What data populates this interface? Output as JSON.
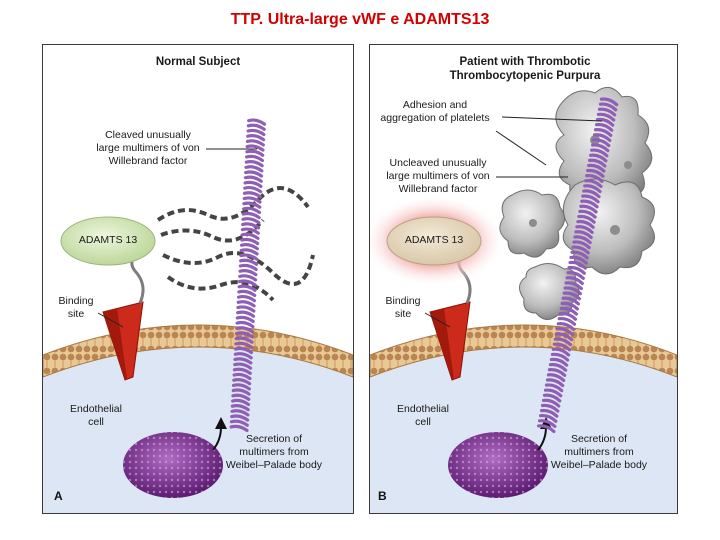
{
  "slide_title": "TTP. Ultra-large vWF e ADAMTS13",
  "panel_a": {
    "header": "Normal Subject",
    "cleaved_label": "Cleaved unusually\nlarge multimers of von\nWillebrand factor",
    "enzyme_label": "ADAMTS 13",
    "binding_label": "Binding\nsite",
    "cell_label": "Endothelial\ncell",
    "secretion_label": "Secretion of\nmultimers from\nWeibel–Palade body",
    "letter": "A"
  },
  "panel_b": {
    "header": "Patient with Thrombotic\nThrombocytopenic Purpura",
    "adhesion_label": "Adhesion and\naggregation of platelets",
    "uncleaved_label": "Uncleaved unusually\nlarge multimers of von\nWillebrand factor",
    "enzyme_label": "ADAMTS 13",
    "binding_label": "Binding\nsite",
    "cell_label": "Endothelial\ncell",
    "secretion_label": "Secretion of\nmultimers from\nWeibel–Palade body",
    "letter": "B"
  },
  "colors": {
    "title": "#d40000",
    "vwf_coil": "#8e5fb4",
    "enzyme": "#d4e6b5",
    "receptor": "#cc2a1a",
    "membrane": "#c9a06a",
    "cytoplasm": "#dde6f4",
    "weibel_palade": "#7a2f8e",
    "platelets": "#bdbdbd",
    "inhibited_glow": "#f2a0a0"
  }
}
